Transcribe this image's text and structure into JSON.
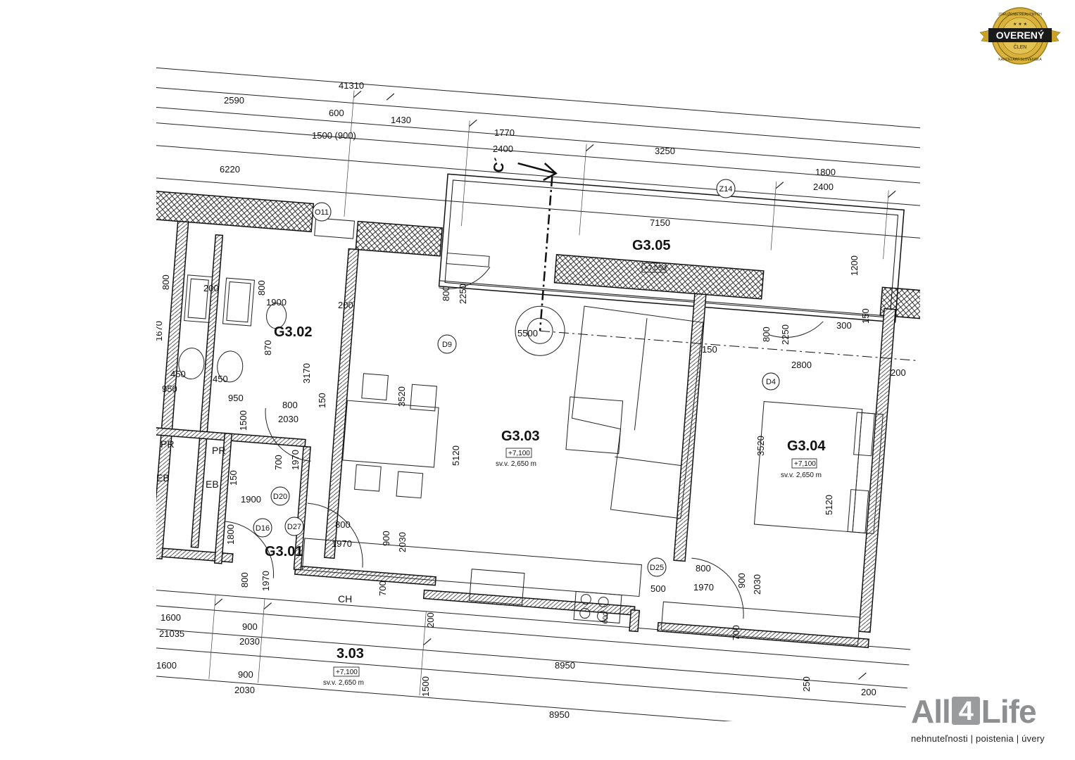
{
  "badge": {
    "title": "OVERENÝ",
    "subtitle": "ČLEN",
    "ring_top": "ZDRUŽENIE REALITNÝCH",
    "ring_bottom": "KANCELÁRIÍ SLOVENSKA",
    "colors": {
      "gold": "#c9a227",
      "dark": "#1a1a1a"
    }
  },
  "logo": {
    "text_before": "All",
    "text_mark": "4",
    "text_after": "Life",
    "tagline": "nehnuteľnosti | poistenia | úvery",
    "color": "#8e8f91"
  },
  "plan": {
    "rooms": [
      {
        "code": "G3.05",
        "level": "+7,050",
        "height": ""
      },
      {
        "code": "G3.03",
        "level": "+7,100",
        "height": "sv.v. 2,650 m"
      },
      {
        "code": "G3.04",
        "level": "+7,100",
        "height": "sv.v. 2,650 m"
      },
      {
        "code": "G3.02",
        "level": "",
        "height": ""
      },
      {
        "code": "G3.01",
        "level": "",
        "height": ""
      },
      {
        "code": "3.03",
        "level": "+7,100",
        "height": "sv.v. 2,650 m"
      }
    ],
    "markers": [
      "O11",
      "Z14",
      "D9",
      "D4",
      "D20",
      "D16",
      "D27",
      "D25"
    ],
    "section_mark": "C´",
    "labels": [
      "PR",
      "PR",
      "EB",
      "EB",
      "CH",
      "600"
    ],
    "dims_top": [
      "41310",
      "2590",
      "600",
      "1430",
      "1500 (900)",
      "1770",
      "2400",
      "3250",
      "1800",
      "2400",
      "6220",
      "7150"
    ],
    "dims_inner": [
      "800",
      "2250",
      "5500",
      "300",
      "1200",
      "150",
      "800",
      "2250",
      "150",
      "2800",
      "200",
      "3520",
      "5120",
      "3520",
      "5120",
      "200",
      "1900",
      "800",
      "3170",
      "870",
      "450",
      "950",
      "450",
      "950",
      "800",
      "150",
      "2030",
      "1500",
      "700",
      "1970",
      "150",
      "1900",
      "800",
      "1970",
      "900",
      "2030",
      "1800",
      "800",
      "1970",
      "700",
      "800",
      "1970",
      "900",
      "2030",
      "500",
      "700",
      "200",
      "250",
      "200",
      "1670",
      "800",
      "200",
      "200"
    ],
    "dims_bottom": [
      "1600",
      "900",
      "21035",
      "2030",
      "8950",
      "1600",
      "900",
      "2030",
      "1500",
      "8950"
    ]
  }
}
